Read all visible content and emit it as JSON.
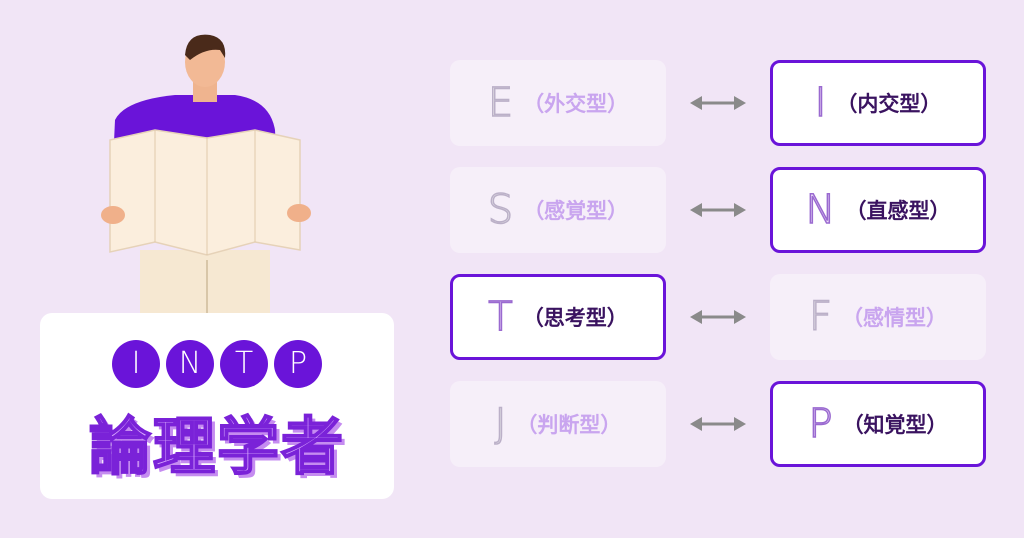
{
  "badge_letters": [
    "I",
    "N",
    "T",
    "P"
  ],
  "type_name": "論理学者",
  "pairs": [
    {
      "left": {
        "letter": "E",
        "label": "（外交型）",
        "active": false
      },
      "right": {
        "letter": "I",
        "label": "（内交型）",
        "active": true
      }
    },
    {
      "left": {
        "letter": "S",
        "label": "（感覚型）",
        "active": false
      },
      "right": {
        "letter": "N",
        "label": "（直感型）",
        "active": true
      }
    },
    {
      "left": {
        "letter": "T",
        "label": "（思考型）",
        "active": true
      },
      "right": {
        "letter": "F",
        "label": "（感情型）",
        "active": false
      }
    },
    {
      "left": {
        "letter": "J",
        "label": "（判断型）",
        "active": false
      },
      "right": {
        "letter": "P",
        "label": "（知覚型）",
        "active": true
      }
    }
  ],
  "colors": {
    "accent": "#6a14d9",
    "background": "#f1e5f6"
  }
}
